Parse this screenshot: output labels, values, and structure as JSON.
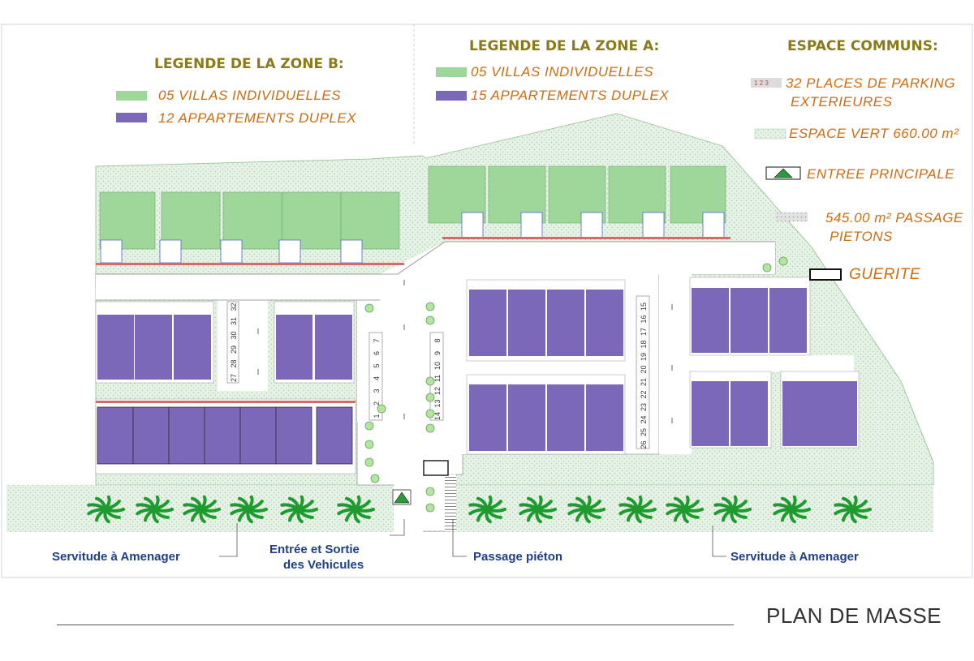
{
  "legend_zone_b": {
    "title": "LEGENDE DE LA ZONE B:",
    "items": [
      {
        "label": "05 VILLAS INDIVIDUELLES",
        "color": "#9fd79a"
      },
      {
        "label": "12 APPARTEMENTS DUPLEX",
        "color": "#7c68b8"
      }
    ]
  },
  "legend_zone_a": {
    "title": "LEGENDE DE LA ZONE A:",
    "items": [
      {
        "label": "05 VILLAS INDIVIDUELLES",
        "color": "#9fd79a"
      },
      {
        "label": "15 APPARTEMENTS DUPLEX",
        "color": "#7c68b8"
      }
    ]
  },
  "espace_communs": {
    "title": "ESPACE COMMUNS:",
    "parking_line1": "32 PLACES DE PARKING",
    "parking_line2": "EXTERIEURES",
    "parking_symbol": "1 2 3",
    "espace_vert": "ESPACE VERT 660.00 m²",
    "entree": "ENTREE PRINCIPALE",
    "passage_line1": "545.00 m² PASSAGE",
    "passage_line2": "PIETONS",
    "guerite": "GUERITE"
  },
  "annotations": {
    "servitude_left": "Servitude à Amenager",
    "entree_sortie_line1": "Entrée et Sortie",
    "entree_sortie_line2": "des Vehicules",
    "passage_pieton": "Passage piéton",
    "servitude_right": "Servitude à Amenager"
  },
  "parking_numbers": [
    "1",
    "2",
    "3",
    "4",
    "5",
    "6",
    "7",
    "8",
    "9",
    "10",
    "11",
    "12",
    "13",
    "14",
    "15",
    "16",
    "17",
    "18",
    "19",
    "20",
    "21",
    "22",
    "23",
    "24",
    "25",
    "26",
    "27",
    "28",
    "29",
    "30",
    "31",
    "32"
  ],
  "colors": {
    "villa": "#9fd79a",
    "duplex": "#7c68b8",
    "green_space": "#e3f1e3",
    "road": "#ffffff",
    "legend_title": "#8a7a1a",
    "legend_text": "#d06c10",
    "annotation": "#1e3f8a",
    "palm": "#1f9a2e"
  },
  "footer": {
    "title": "PLAN DE MASSE"
  }
}
